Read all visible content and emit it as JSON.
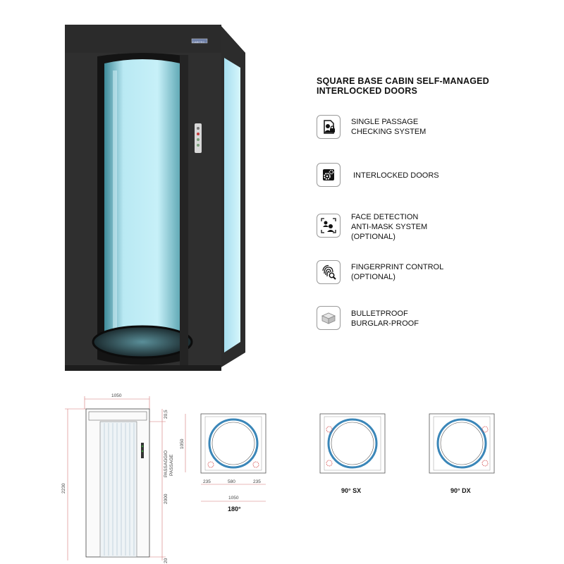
{
  "title_line1": "SQUARE BASE CABIN  SELF-MANAGED",
  "title_line2": "INTERLOCKED DOORS",
  "cabin": {
    "brand_label": "CABITEC"
  },
  "features": [
    {
      "icon": "single-passage-icon",
      "line1": "SINGLE PASSAGE",
      "line2": "CHECKING SYSTEM",
      "line3": ""
    },
    {
      "icon": "interlocked-doors-icon",
      "line1": "INTERLOCKED DOORS",
      "line2": "",
      "line3": ""
    },
    {
      "icon": "face-detection-icon",
      "line1": "FACE DETECTION",
      "line2": "ANTI-MASK SYSTEM",
      "line3": "(OPTIONAL)"
    },
    {
      "icon": "fingerprint-icon",
      "line1": "FINGERPRINT CONTROL",
      "line2": "(OPTIONAL)",
      "line3": ""
    },
    {
      "icon": "bulletproof-icon",
      "line1": "BULLETPROOF",
      "line2": "BURGLAR-PROOF",
      "line3": ""
    }
  ],
  "front_drawing": {
    "width": "1050",
    "height_total": "2230",
    "top_offset": "20,5",
    "passage_height": "2000",
    "passage_label": "PASSAGGIO",
    "passage_label_en": "PASSAGE",
    "bottom_offset": "20"
  },
  "plan_drawing": {
    "depth": "1050",
    "left": "235",
    "center": "580",
    "right": "235",
    "width": "1050",
    "caption": "180°"
  },
  "plan_sx": {
    "caption": "90° SX"
  },
  "plan_dx": {
    "caption": "90° DX"
  }
}
